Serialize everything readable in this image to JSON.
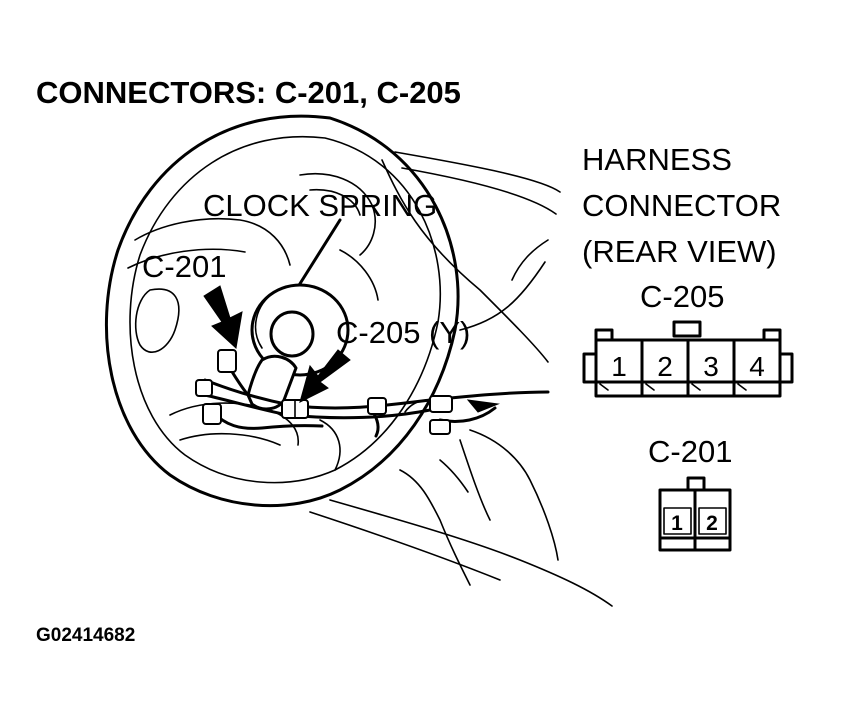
{
  "title": "CONNECTORS: C-201, C-205",
  "labels": {
    "clock_spring": "CLOCK SPRING",
    "c201_callout": "C-201",
    "c205_callout": "C-205 (Y)",
    "harness_line1": "HARNESS",
    "harness_line2": "CONNECTOR",
    "harness_line3": "(REAR VIEW)",
    "c205_header": "C-205",
    "c201_header": "C-201"
  },
  "c205_pins": [
    "1",
    "2",
    "3",
    "4"
  ],
  "c201_pins": [
    "1",
    "2"
  ],
  "figure_code": "G02414682"
}
